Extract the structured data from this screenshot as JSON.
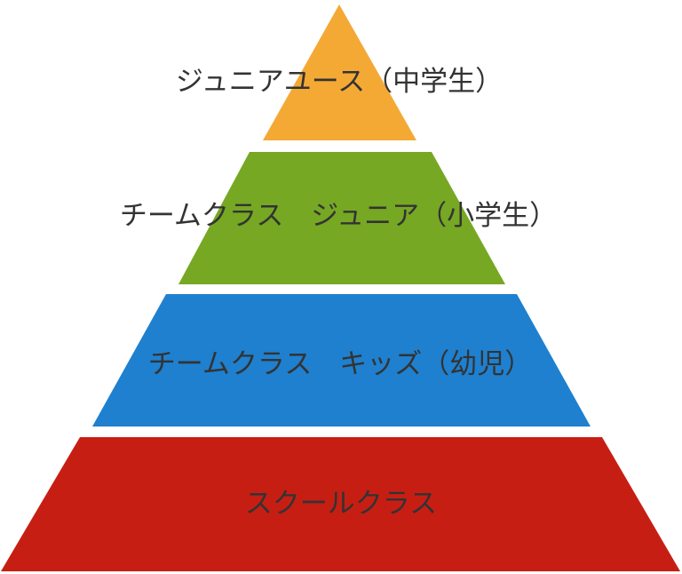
{
  "pyramid": {
    "tiers": [
      {
        "label": "ジュニアユース（中学生）",
        "color": "#F4A935"
      },
      {
        "label": "チームクラス　ジュニア（小学生）",
        "color": "#76A823"
      },
      {
        "label": "チームクラス　キッズ（幼児）",
        "color": "#1E80CF"
      },
      {
        "label": "スクールクラス",
        "color": "#C71E14"
      }
    ]
  }
}
